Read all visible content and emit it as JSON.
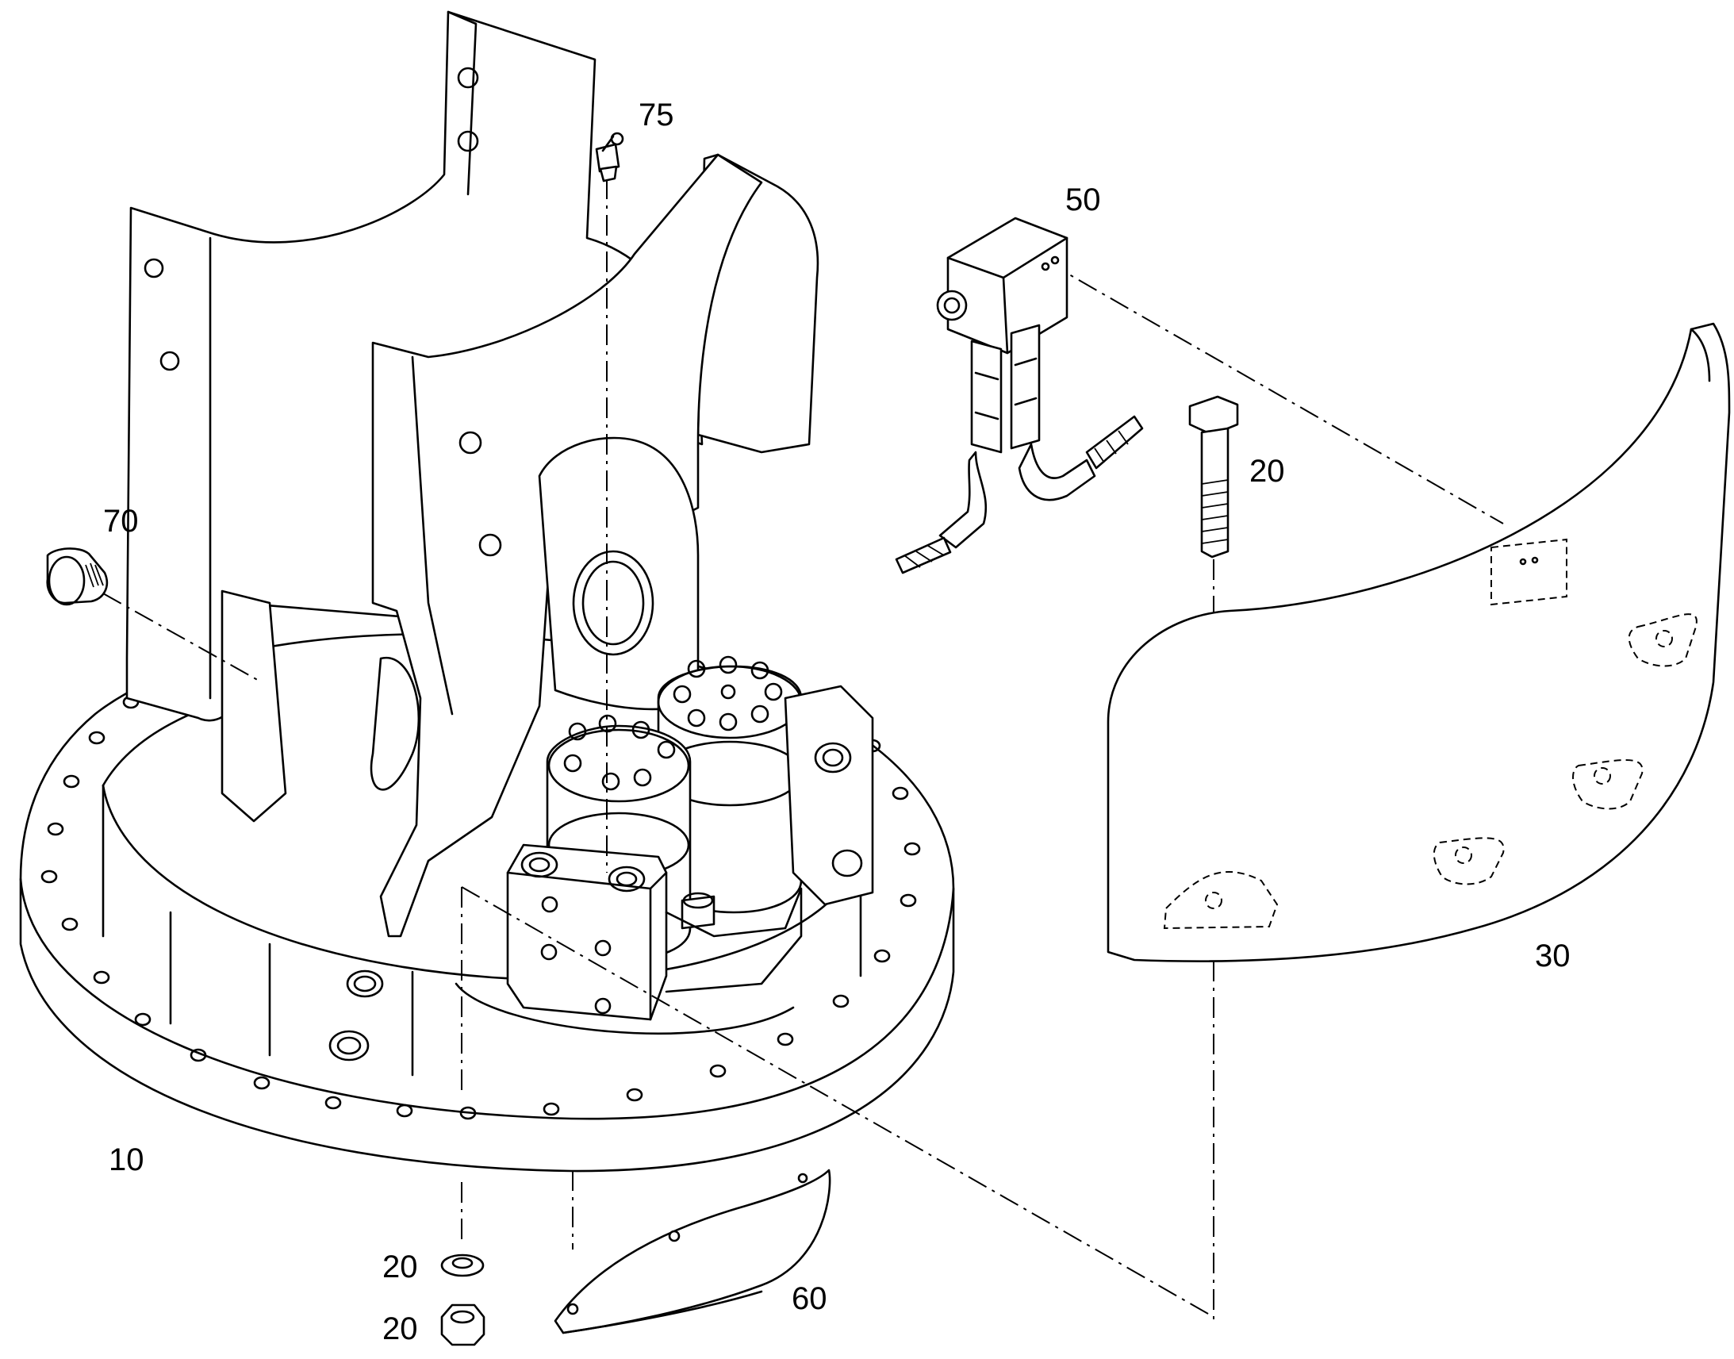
{
  "callouts": {
    "c10": "10",
    "c20_bolt": "20",
    "c20_washer": "20",
    "c20_nut": "20",
    "c30": "30",
    "c50": "50",
    "c60": "60",
    "c70": "70",
    "c75": "75"
  },
  "parts": [
    {
      "id": "10",
      "name": "base-flange-assembly-icon"
    },
    {
      "id": "20",
      "name": "bolt-washer-nut-icon"
    },
    {
      "id": "30",
      "name": "curved-cover-plate-icon"
    },
    {
      "id": "50",
      "name": "valve-block-with-hoses-icon"
    },
    {
      "id": "60",
      "name": "small-cover-plate-icon"
    },
    {
      "id": "70",
      "name": "plug-icon"
    },
    {
      "id": "75",
      "name": "grease-nipple-icon"
    }
  ]
}
